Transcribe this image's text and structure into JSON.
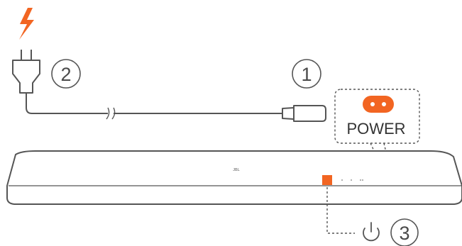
{
  "labels": {
    "power_port": "POWER",
    "step_1": "1",
    "step_2": "2",
    "step_3": "3",
    "brand": "JBL"
  },
  "colors": {
    "accent": "#F26522",
    "line": "#555555"
  },
  "icons": {
    "mains": "lightning-bolt-icon",
    "plug": "eu-plug-icon",
    "power": "power-icon",
    "port": "figure-8-socket-icon"
  }
}
